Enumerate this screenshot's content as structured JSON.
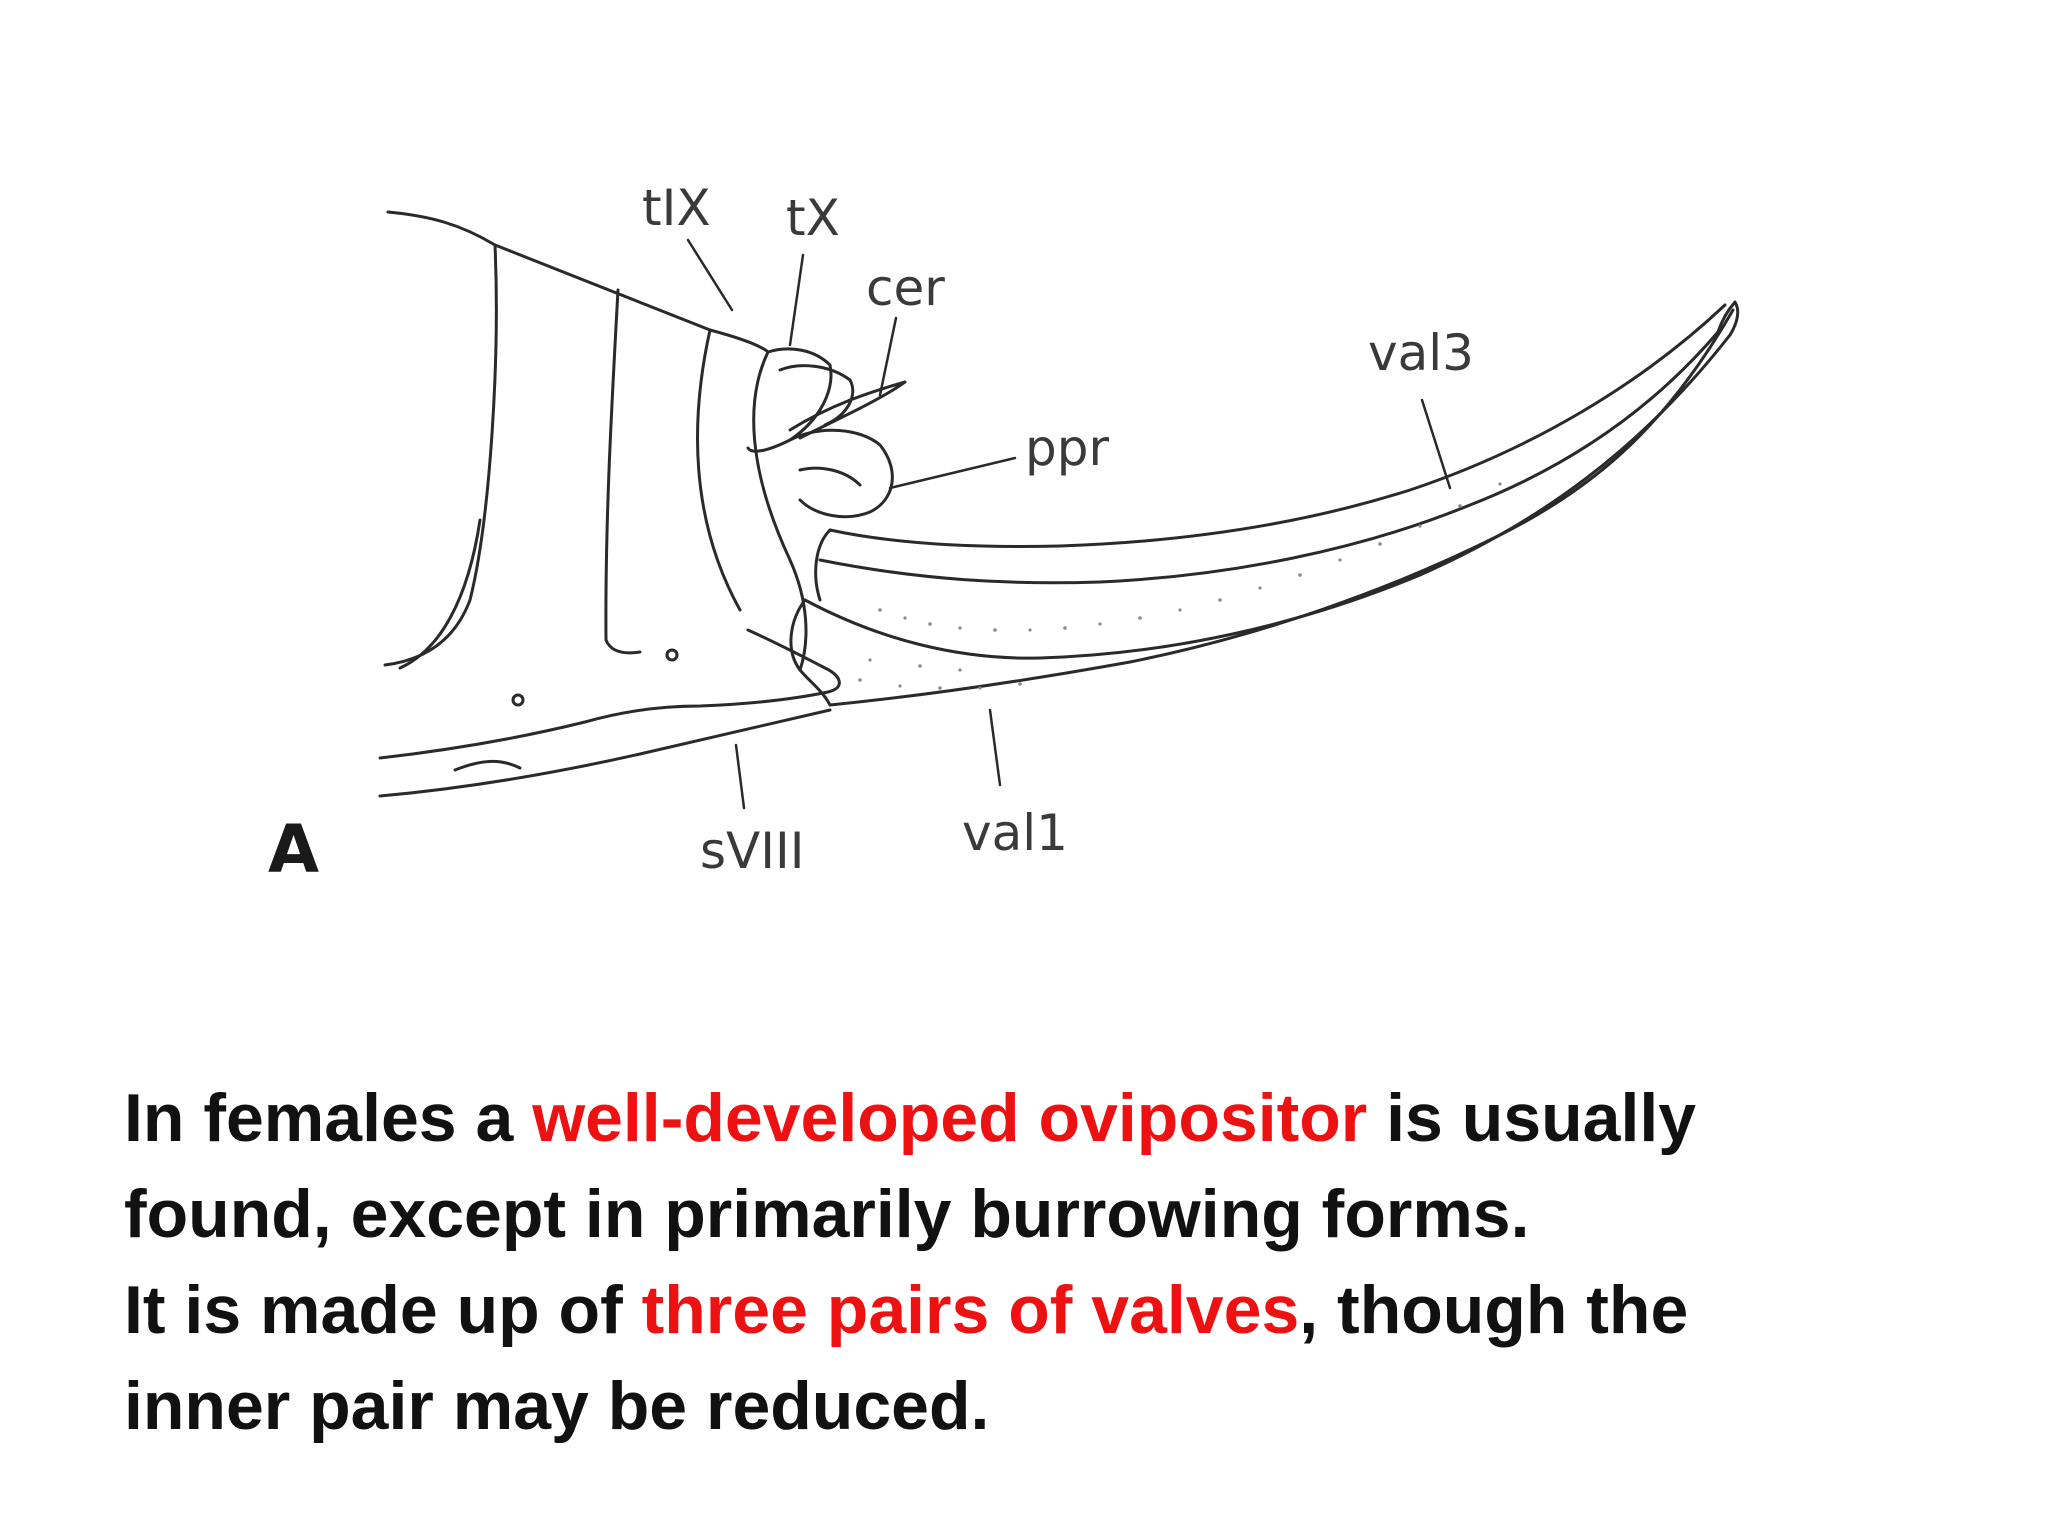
{
  "figure": {
    "panel_label": "A",
    "labels": {
      "tIX": "tIX",
      "tX": "tX",
      "cer": "cer",
      "ppr": "ppr",
      "val3": "val3",
      "sVIII": "sVIII",
      "val1": "val1"
    }
  },
  "caption": {
    "line1": {
      "pre": "In females a ",
      "highlight": "well-developed ovipositor",
      "post": " is usually"
    },
    "line2": "found, except in primarily burrowing forms.",
    "line3": {
      "pre": "It is made up of ",
      "highlight": "three pairs of valves",
      "post": ", though the"
    },
    "line4": "inner pair may be reduced."
  },
  "colors": {
    "highlight": "#ee1111",
    "text": "#111111",
    "drawing": "#2a2a2a"
  }
}
